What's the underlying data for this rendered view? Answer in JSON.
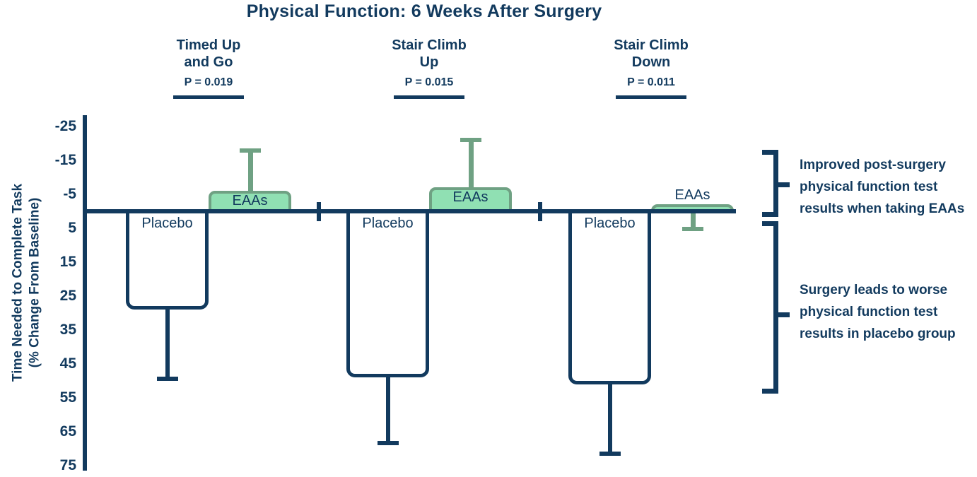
{
  "title": "Physical Function: 6 Weeks After Surgery",
  "y_axis": {
    "label_line1": "Time Needed to Complete Task",
    "label_line2": "(% Change From Baseline)",
    "ticks": [
      -25,
      -15,
      -5,
      5,
      15,
      25,
      35,
      45,
      55,
      65,
      75
    ]
  },
  "groups": [
    {
      "name_line1": "Timed Up",
      "name_line2": "and Go",
      "p_label": "P = 0.019"
    },
    {
      "name_line1": "Stair Climb",
      "name_line2": "Up",
      "p_label": "P = 0.015"
    },
    {
      "name_line1": "Stair Climb",
      "name_line2": "Down",
      "p_label": "P = 0.011"
    }
  ],
  "bar_labels": {
    "placebo": "Placebo",
    "eaas": "EAAs"
  },
  "annotations": [
    {
      "lines": [
        "Improved post-surgery",
        "physical function test",
        "results when taking EAAs"
      ]
    },
    {
      "lines": [
        "Surgery leads to worse",
        "physical function test",
        "results in placebo group"
      ]
    }
  ],
  "chart_data": {
    "type": "bar",
    "title": "Physical Function: 6 Weeks After Surgery",
    "categories": [
      "Timed Up and Go",
      "Stair Climb Up",
      "Stair Climb Down"
    ],
    "p_values": [
      0.019,
      0.015,
      0.011
    ],
    "series": [
      {
        "name": "Placebo",
        "values": [
          29,
          49,
          51
        ],
        "error_tip": [
          50,
          69,
          72
        ]
      },
      {
        "name": "EAAs",
        "values": [
          -6,
          -7,
          -2
        ],
        "error_tip": [
          -18,
          -21,
          5
        ]
      }
    ],
    "ylabel": "Time Needed to Complete Task (% Change From Baseline)",
    "units": "% change from baseline",
    "ylim": [
      -25,
      75
    ],
    "y_axis_inverted": true,
    "grid": false,
    "legend_position": "labels-on-bars"
  },
  "colors": {
    "navy": "#123A5E",
    "green_fill": "#90E0B3",
    "green_stroke": "#6FA183",
    "bar_fill": "#FFFFFF",
    "background": "#FFFFFF"
  }
}
